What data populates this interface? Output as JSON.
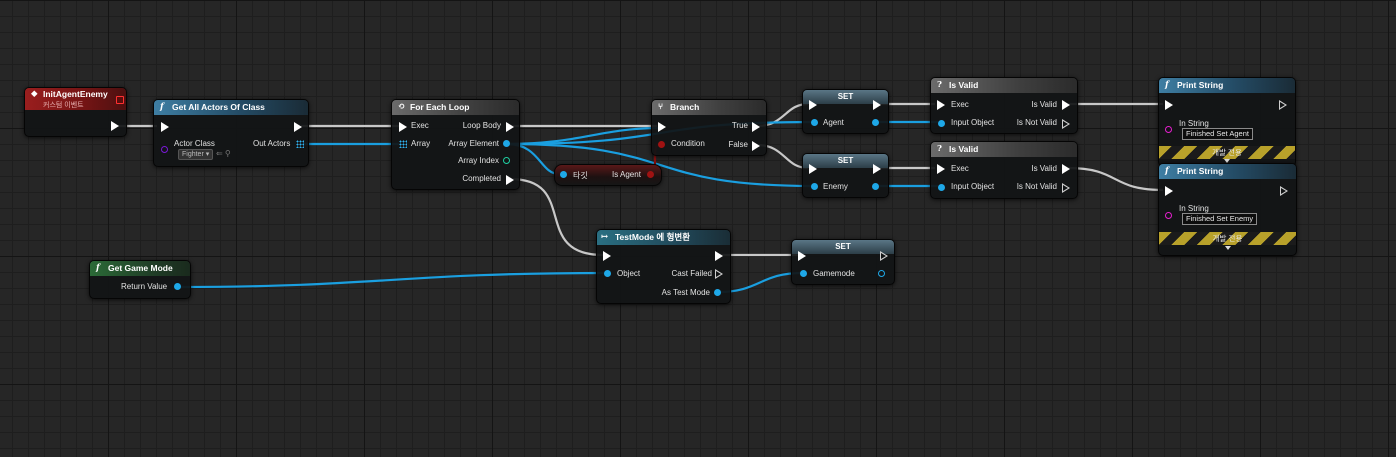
{
  "nodes": {
    "init_event": {
      "title": "InitAgentEnemy",
      "subtitle": "커스텀 이벤트"
    },
    "get_all_actors": {
      "title": "Get All Actors Of Class",
      "actor_class_label": "Actor Class",
      "actor_class_value": "Fighter ▾",
      "out_actors_label": "Out Actors"
    },
    "for_each": {
      "title": "For Each Loop",
      "exec_label": "Exec",
      "array_label": "Array",
      "loop_body_label": "Loop Body",
      "array_element_label": "Array Element",
      "array_index_label": "Array Index",
      "completed_label": "Completed"
    },
    "branch": {
      "title": "Branch",
      "condition_label": "Condition",
      "true_label": "True",
      "false_label": "False"
    },
    "tag_is": {
      "left_label": "타깃",
      "right_label": "Is Agent"
    },
    "set_agent": {
      "title": "SET",
      "var_label": "Agent"
    },
    "set_enemy": {
      "title": "SET",
      "var_label": "Enemy"
    },
    "is_valid_1": {
      "title": "Is Valid",
      "exec_label": "Exec",
      "input_label": "Input Object",
      "is_valid_label": "Is Valid",
      "is_not_valid_label": "Is Not Valid"
    },
    "is_valid_2": {
      "title": "Is Valid",
      "exec_label": "Exec",
      "input_label": "Input Object",
      "is_valid_label": "Is Valid",
      "is_not_valid_label": "Is Not Valid"
    },
    "print_1": {
      "title": "Print String",
      "in_string_label": "In String",
      "in_string_value": "Finished Set Agent",
      "dev_label": "개발 전용"
    },
    "print_2": {
      "title": "Print String",
      "in_string_label": "In String",
      "in_string_value": "Finished Set Enemy",
      "dev_label": "개발 전용"
    },
    "cast": {
      "title": "TestMode 에 형변환",
      "object_label": "Object",
      "cast_failed_label": "Cast Failed",
      "as_label": "As Test Mode"
    },
    "set_gamemode": {
      "title": "SET",
      "var_label": "Gamemode"
    },
    "get_game_mode": {
      "title": "Get Game Mode",
      "return_label": "Return Value"
    }
  },
  "colors": {
    "exec": "#ffffff",
    "object": "#1ea8e8",
    "bool": "#9b1313",
    "int": "#1fd1a3",
    "class": "#7a18d8",
    "string": "#e61ecf"
  },
  "icons": {
    "function": "f-icon",
    "event": "event-diamond-icon",
    "loop": "loop-icon",
    "branch": "branch-icon",
    "is_valid": "question-icon",
    "cast": "cast-icon"
  }
}
